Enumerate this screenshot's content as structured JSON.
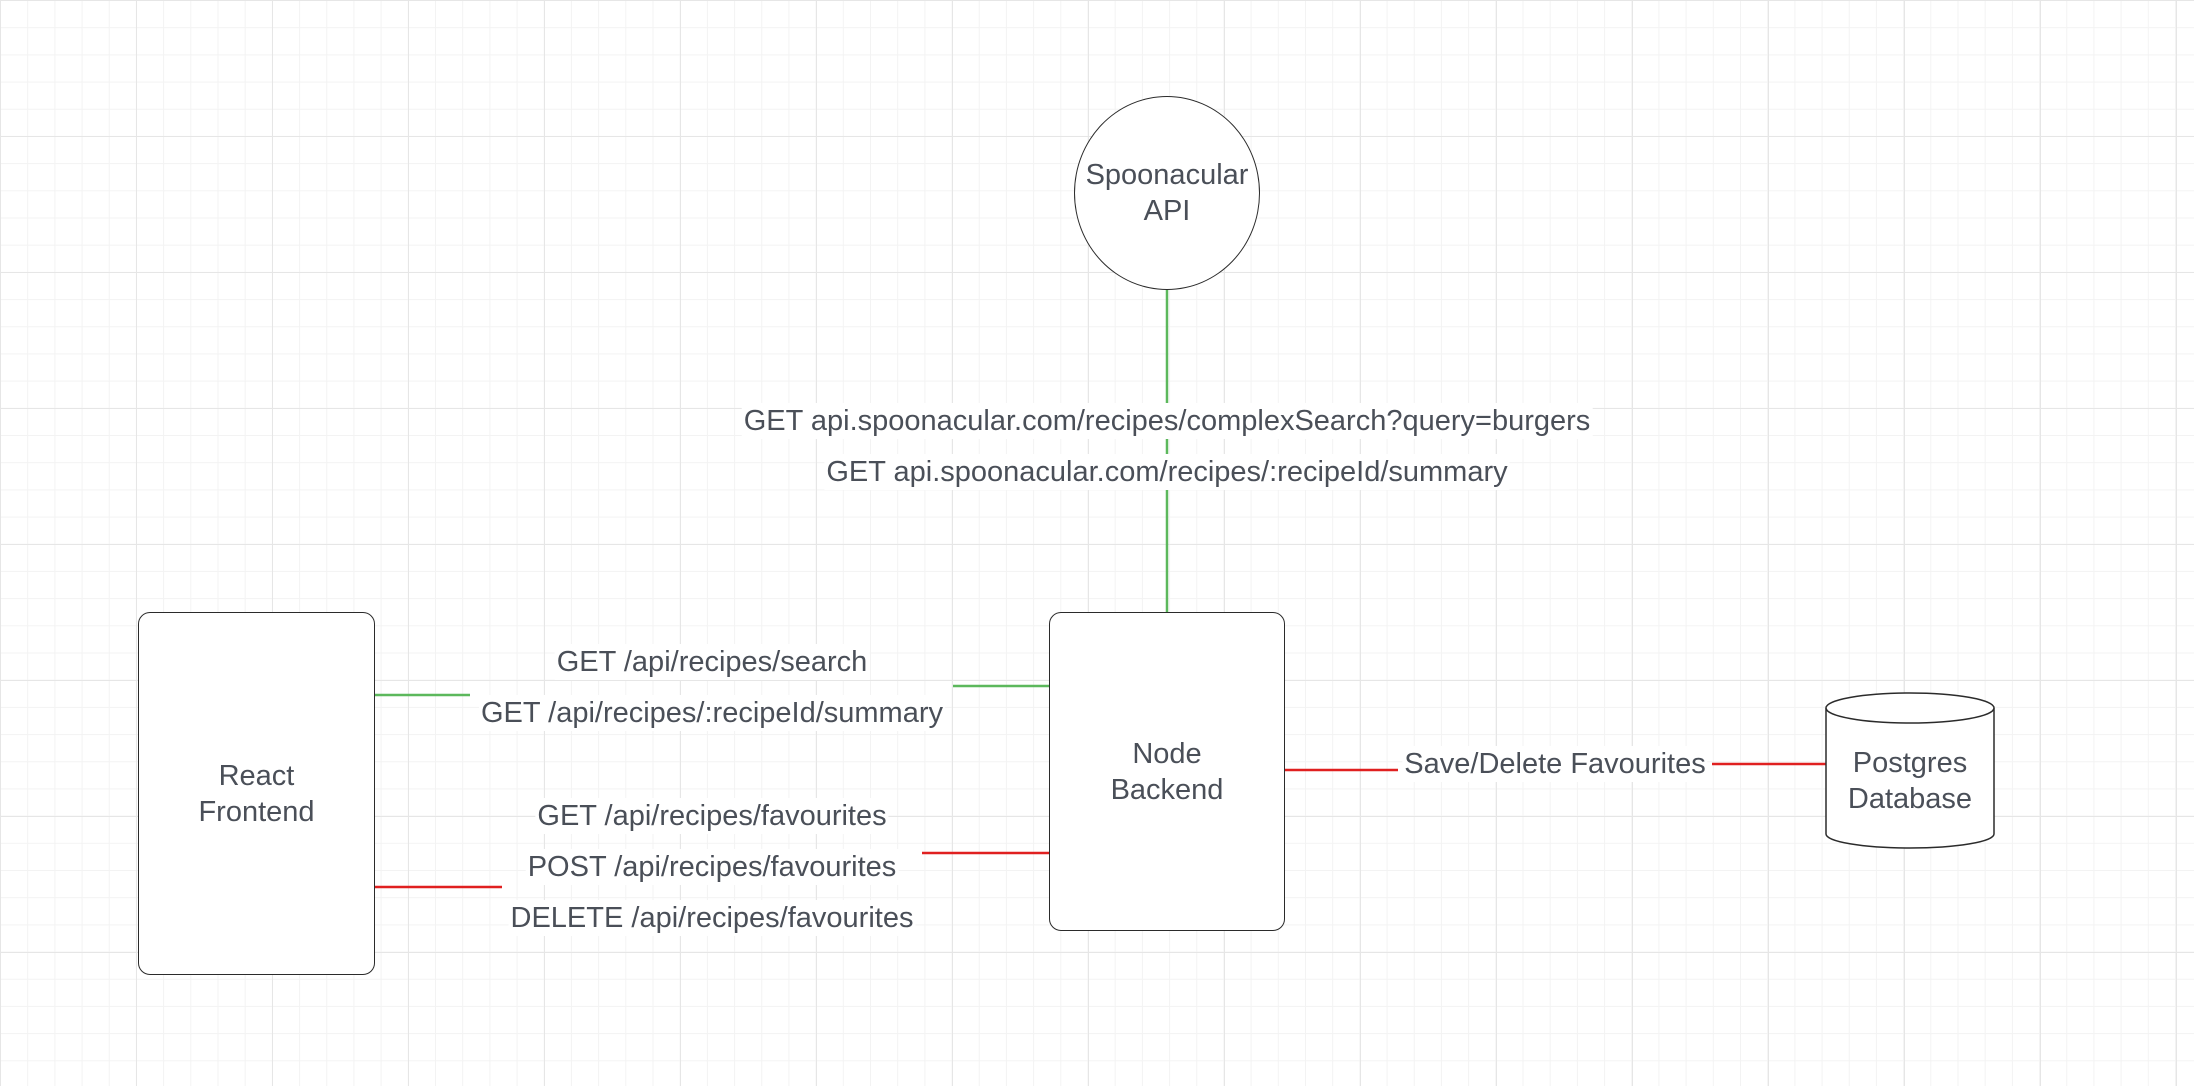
{
  "diagram": {
    "nodes": {
      "spoonacular": {
        "label": "Spoonacular\nAPI",
        "shape": "circle"
      },
      "frontend": {
        "label": "React\nFrontend",
        "shape": "rounded-rect"
      },
      "backend": {
        "label": "Node\nBackend",
        "shape": "rounded-rect"
      },
      "database": {
        "label": "Postgres\nDatabase",
        "shape": "cylinder"
      }
    },
    "edges": {
      "backend_to_spoonacular": {
        "color": "#5cb85c",
        "labels": [
          "GET api.spoonacular.com/recipes/complexSearch?query=burgers",
          "GET api.spoonacular.com/recipes/:recipeId/summary"
        ]
      },
      "frontend_to_backend_search": {
        "color": "#5cb85c",
        "labels": [
          "GET /api/recipes/search",
          "GET /api/recipes/:recipeId/summary"
        ]
      },
      "frontend_to_backend_favourites": {
        "color": "#e02020",
        "labels": [
          "GET /api/recipes/favourites",
          "POST /api/recipes/favourites",
          "DELETE /api/recipes/favourites"
        ]
      },
      "backend_to_database": {
        "color": "#e02020",
        "labels": [
          "Save/Delete Favourites"
        ]
      }
    }
  }
}
